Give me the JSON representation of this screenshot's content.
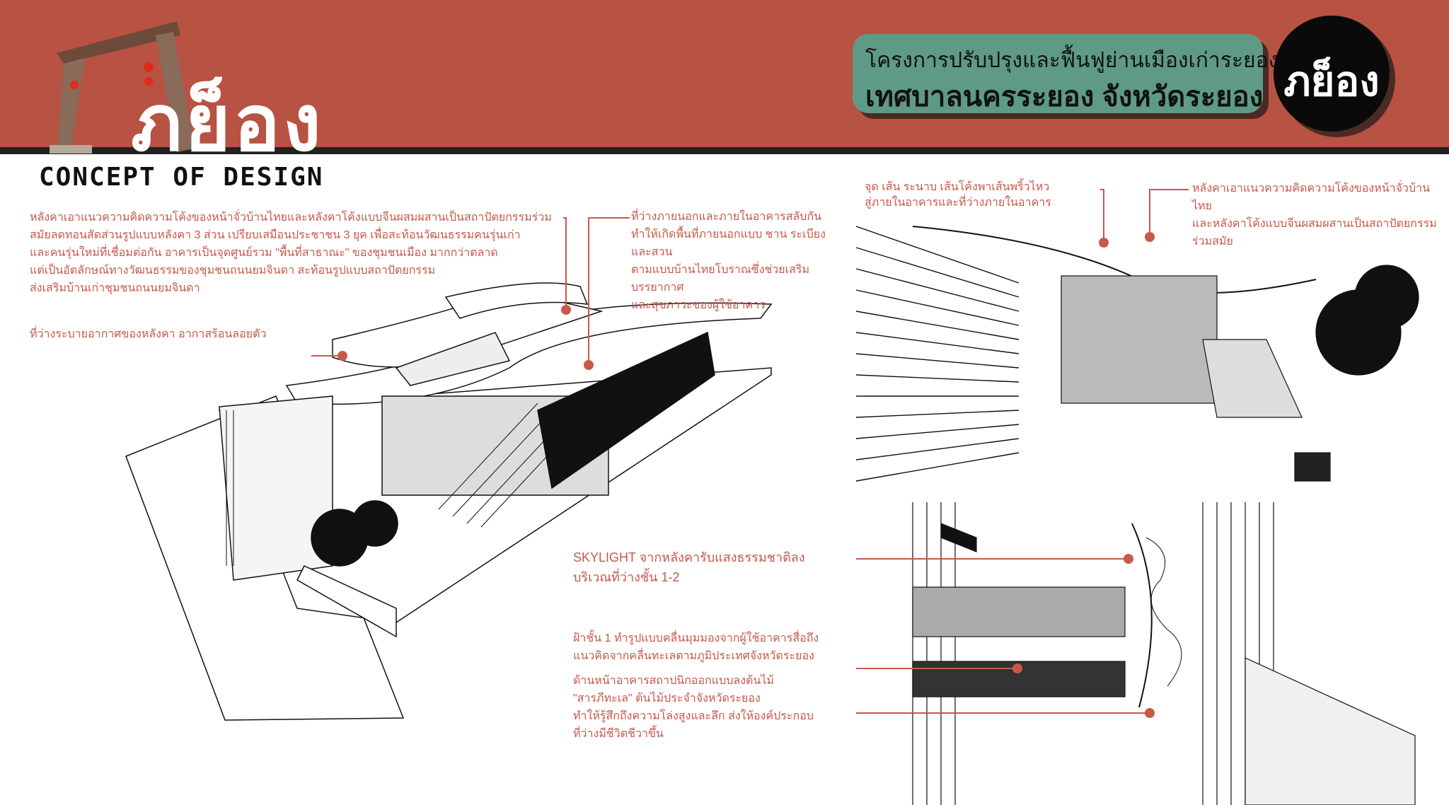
{
  "header": {
    "logo_text": "ภย็อง",
    "concept_title": "CONCEPT OF DESIGN",
    "project_title_line1": "โครงการปรับปรุงและฟื้นฟูย่านเมืองเก่าระยอง",
    "project_title_line2": "เทศบาลนครระยอง จังหวัดระยอง",
    "badge_text": "ภย็อง"
  },
  "colors": {
    "header_bg": "#b85242",
    "title_box": "#5e9a85",
    "annotation": "#c8584a"
  },
  "annotations": {
    "roof_concept": [
      "หลังคาเอาแนวความคิดความโค้งของหน้าจั่วบ้านไทยและหลังคาโค้งแบบจีนผสมผสานเป็นสถาปัตยกรรมร่วม",
      "สมัยลดทอนสัดส่วนรูปแบบหลังคา 3 ส่วน เปรียบเสมือนประชาชน 3 ยุค เพื่อสะท้อนวัฒนธรรมคนรุ่นเก่า",
      "และคนรุ่นใหม่ที่เชื่อมต่อกัน อาคารเป็นจุดศูนย์รวม \"พื้นที่สาธาณะ\" ของชุมชนเมือง มากกว่าตลาด",
      "แต่เป็นอัตลักษณ์ทางวัฒนธรรมของชุมชนถนนยมจินดา สะท้อนรูปแบบสถาปัตยกรรม",
      "ส่งเสริมบ้านเก่าชุมชนถนนยมจินดา"
    ],
    "roof_ventilation": [
      "ที่ว่างระบายอากาศของหลังคา อากาสร้อนลอยตัว"
    ],
    "space_alternation": [
      "ที่ว่างภายนอกและภายในอาคารสลับกัน",
      "ทำให้เกิดพื้นที่ภายนอกแบบ ชาน ระเบียง และสวน",
      "ตามแบบบ้านไทยโบราณซึ่งช่วยเสริมบรรยากาศ",
      "และสุขภาวะของผู้ใช้อาคาร"
    ],
    "curve_lines": [
      "จุด เส้น ระนาบ เส้นโค้งพาเส้นพริ้วไหว",
      "สู่ภายในอาคารและที่ว่างภายในอาคาร"
    ],
    "roof_curve_right": [
      "หลังคาเอาแนวความคิดความโค้งของหน้าจั่วบ้านไทย",
      "และหลังคาโค้งแบบจีนผสมผสานเป็นสถาปัตยกรรม",
      "ร่วมสมัย"
    ],
    "skylight": [
      "SKYLIGHT จากหลังคารับแสงธรรมชาติลง",
      "บริเวณที่ว่างชั้น 1-2"
    ],
    "ceiling_wave": [
      "ฝ้าชั้น 1 ทำรูปแบบคลื่นมุมมองจากผู้ใช้อาคารสื่อถึง",
      "แนวคิดจากคลื่นทะเลตามภูมิประเทศจังหวัดระยอง"
    ],
    "front_tree": [
      "ด้านหน้าอาคารสถาปนิกออกแบบลงต้นไม้",
      "\"สารภีทะเล\" ต้นไม้ประจำจังหวัดระยอง",
      "ทำให้รู้สึกถึงความโล่งสูงและลึก ส่งให้องค์ประกอบ",
      "ที่ว่างมีชีวิตชีวาขึ้น"
    ]
  }
}
